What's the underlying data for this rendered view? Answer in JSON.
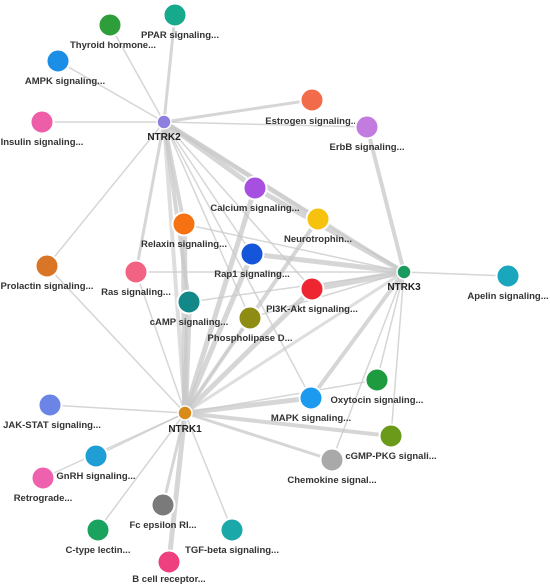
{
  "network": {
    "edge_color": "#c8c8c8",
    "hubs": [
      {
        "id": "NTRK2",
        "label": "NTRK2",
        "color": "#8d7fe0"
      },
      {
        "id": "NTRK3",
        "label": "NTRK3",
        "color": "#1a9a5e"
      },
      {
        "id": "NTRK1",
        "label": "NTRK1",
        "color": "#d88a1a"
      }
    ],
    "pathways": [
      {
        "id": "thyroid",
        "label": "Thyroid hormone...",
        "color": "#2e9e3a",
        "links": [
          "NTRK2"
        ]
      },
      {
        "id": "ppar",
        "label": "PPAR signaling...",
        "color": "#17a98c",
        "links": [
          "NTRK2"
        ]
      },
      {
        "id": "ampk",
        "label": "AMPK signaling...",
        "color": "#1b8fe6",
        "links": [
          "NTRK2"
        ]
      },
      {
        "id": "insulin",
        "label": "Insulin signaling...",
        "color": "#ee5ea8",
        "links": [
          "NTRK2"
        ]
      },
      {
        "id": "estrogen",
        "label": "Estrogen signaling...",
        "color": "#f26b4a",
        "links": [
          "NTRK2"
        ]
      },
      {
        "id": "erbb",
        "label": "ErbB signaling...",
        "color": "#c27ce0",
        "links": [
          "NTRK2",
          "NTRK3"
        ]
      },
      {
        "id": "calcium",
        "label": "Calcium signaling...",
        "color": "#a64fe0",
        "links": [
          "NTRK2",
          "NTRK3",
          "NTRK1"
        ]
      },
      {
        "id": "neurotrophin",
        "label": "Neurotrophin...",
        "color": "#f6c20e",
        "links": [
          "NTRK2",
          "NTRK3",
          "NTRK1"
        ]
      },
      {
        "id": "relaxin",
        "label": "Relaxin signaling...",
        "color": "#f57112",
        "links": [
          "NTRK2",
          "NTRK3",
          "NTRK1"
        ]
      },
      {
        "id": "rap1",
        "label": "Rap1 signaling...",
        "color": "#1455d9",
        "links": [
          "NTRK2",
          "NTRK3",
          "NTRK1"
        ]
      },
      {
        "id": "prolactin",
        "label": "Prolactin signaling...",
        "color": "#d97526",
        "links": [
          "NTRK2",
          "NTRK1"
        ]
      },
      {
        "id": "ras",
        "label": "Ras signaling...",
        "color": "#f26283",
        "links": [
          "NTRK2",
          "NTRK3",
          "NTRK1"
        ]
      },
      {
        "id": "pi3k",
        "label": "PI3K-Akt signaling...",
        "color": "#ee2632",
        "links": [
          "NTRK2",
          "NTRK3",
          "NTRK1"
        ]
      },
      {
        "id": "camp",
        "label": "cAMP signaling...",
        "color": "#138889",
        "links": [
          "NTRK2",
          "NTRK3",
          "NTRK1"
        ]
      },
      {
        "id": "phospholipase",
        "label": "Phospholipase D...",
        "color": "#8e8c12",
        "links": [
          "NTRK2",
          "NTRK3",
          "NTRK1"
        ]
      },
      {
        "id": "apelin",
        "label": "Apelin signaling...",
        "color": "#1aa6bd",
        "links": [
          "NTRK3"
        ]
      },
      {
        "id": "oxytocin",
        "label": "Oxytocin signaling...",
        "color": "#1d9b3e",
        "links": [
          "NTRK3",
          "NTRK1"
        ]
      },
      {
        "id": "mapk",
        "label": "MAPK signaling...",
        "color": "#1b9af0",
        "links": [
          "NTRK2",
          "NTRK3",
          "NTRK1"
        ]
      },
      {
        "id": "cgmp",
        "label": "cGMP-PKG signali...",
        "color": "#6b9a1a",
        "links": [
          "NTRK3",
          "NTRK1"
        ]
      },
      {
        "id": "chemokine",
        "label": "Chemokine signal...",
        "color": "#a9a9a9",
        "links": [
          "NTRK3",
          "NTRK1"
        ]
      },
      {
        "id": "jakstat",
        "label": "JAK-STAT signaling...",
        "color": "#6a85e6",
        "links": [
          "NTRK1"
        ]
      },
      {
        "id": "gnrh",
        "label": "GnRH signaling...",
        "color": "#1f9ed6",
        "links": [
          "NTRK1"
        ]
      },
      {
        "id": "retrograde",
        "label": "Retrograde...",
        "color": "#ee62ad",
        "links": [
          "NTRK1"
        ]
      },
      {
        "id": "fcepsilon",
        "label": "Fc epsilon RI...",
        "color": "#7a7a7a",
        "links": [
          "NTRK1"
        ]
      },
      {
        "id": "ctype",
        "label": "C-type lectin...",
        "color": "#1aa35e",
        "links": [
          "NTRK1"
        ]
      },
      {
        "id": "tgfbeta",
        "label": "TGF-beta signaling...",
        "color": "#1aa8a8",
        "links": [
          "NTRK1"
        ]
      },
      {
        "id": "bcell",
        "label": "B cell receptor...",
        "color": "#ee3f7e",
        "links": [
          "NTRK1"
        ]
      }
    ]
  }
}
